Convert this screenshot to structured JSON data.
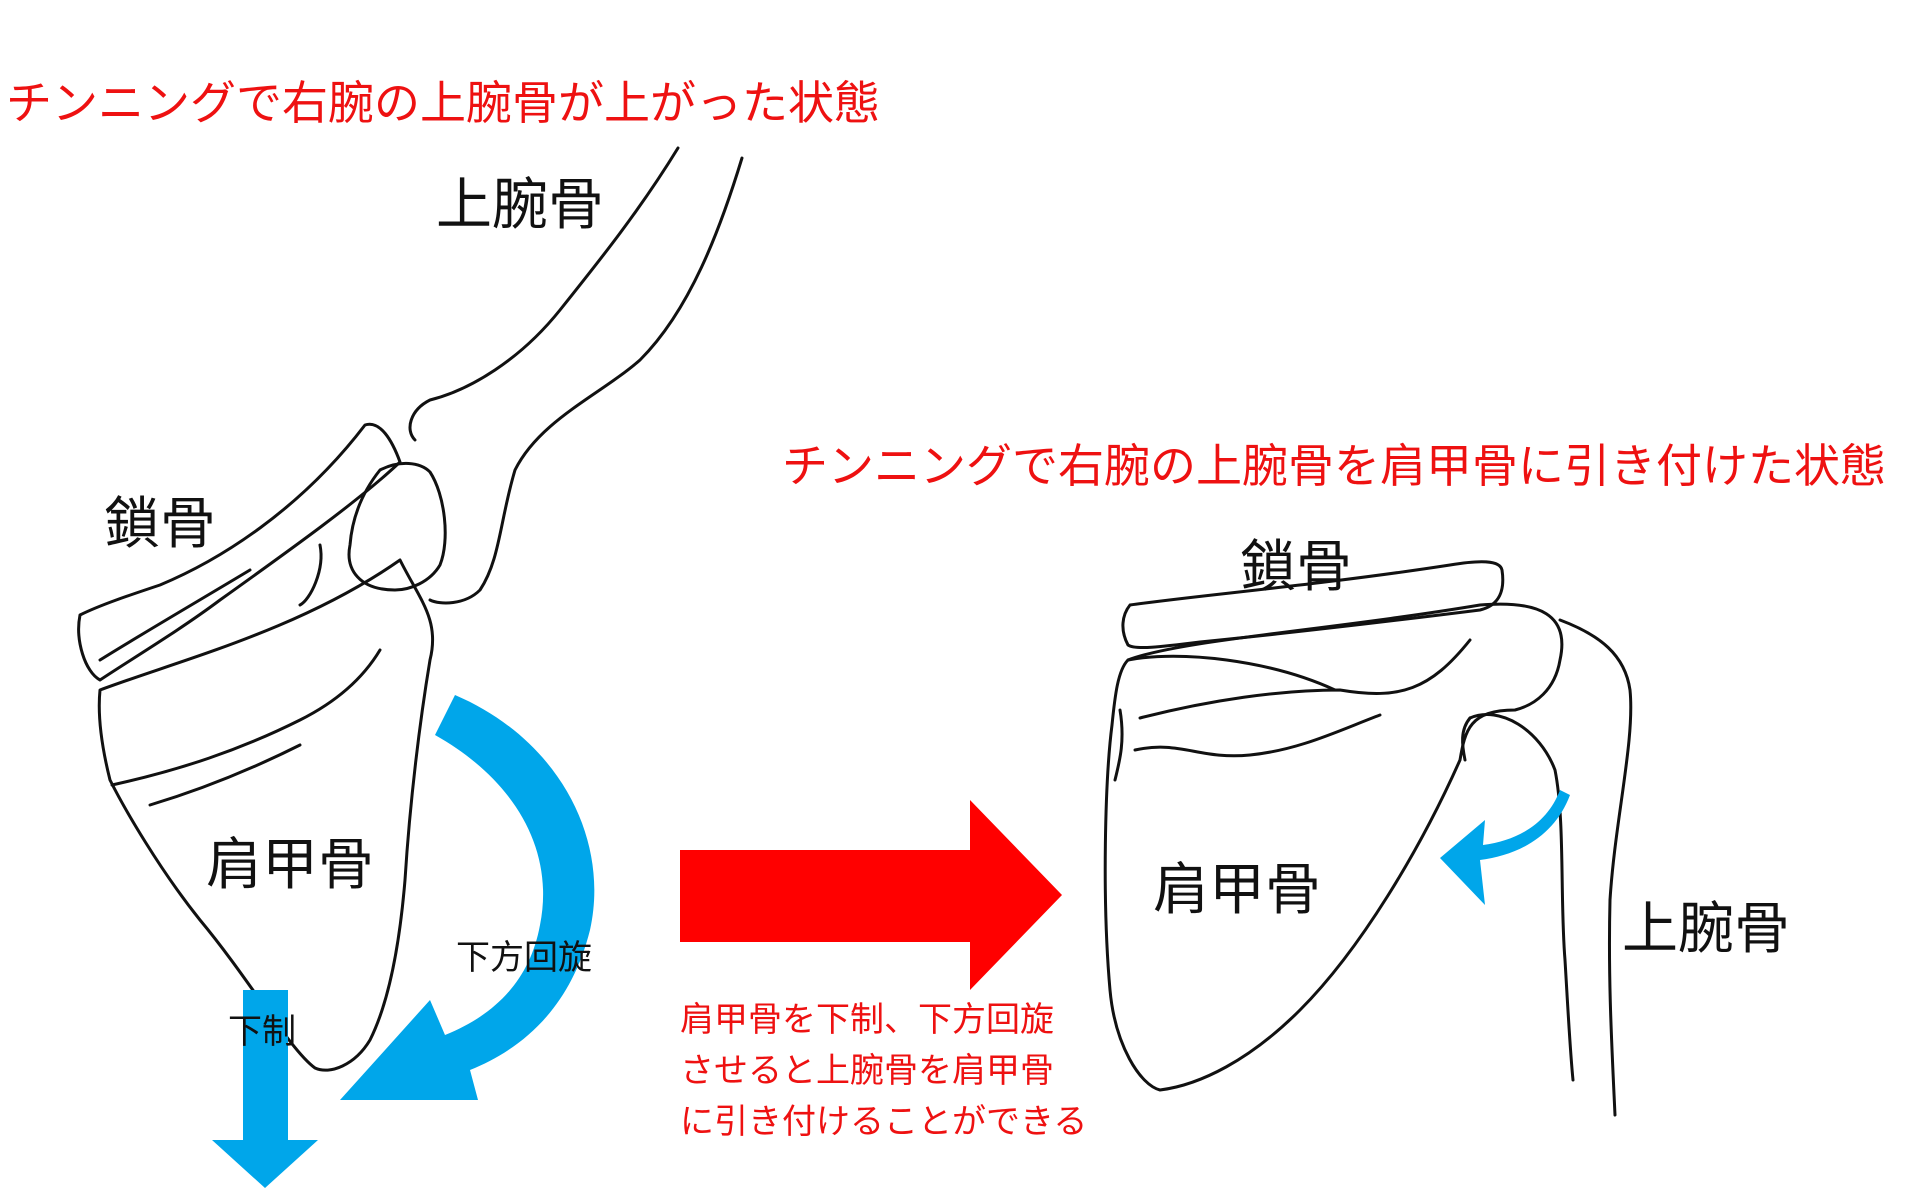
{
  "colors": {
    "red": "#ee1111",
    "blue": "#00a6ea",
    "arrow_red": "#ff0000",
    "line": "#111111",
    "background": "#ffffff"
  },
  "left": {
    "title": "チンニングで右腕の上腕骨が上がった状態",
    "humerus": "上腕骨",
    "clavicle": "鎖骨",
    "scapula": "肩甲骨",
    "rotation": "下方回旋",
    "depression": "下制"
  },
  "right": {
    "title": "チンニングで右腕の上腕骨を肩甲骨に引き付けた状態",
    "clavicle": "鎖骨",
    "scapula": "肩甲骨",
    "humerus": "上腕骨"
  },
  "middle": {
    "note_lines": [
      "肩甲骨を下制、下方回旋",
      "させると上腕骨を肩甲骨",
      "に引き付けることができる"
    ]
  }
}
